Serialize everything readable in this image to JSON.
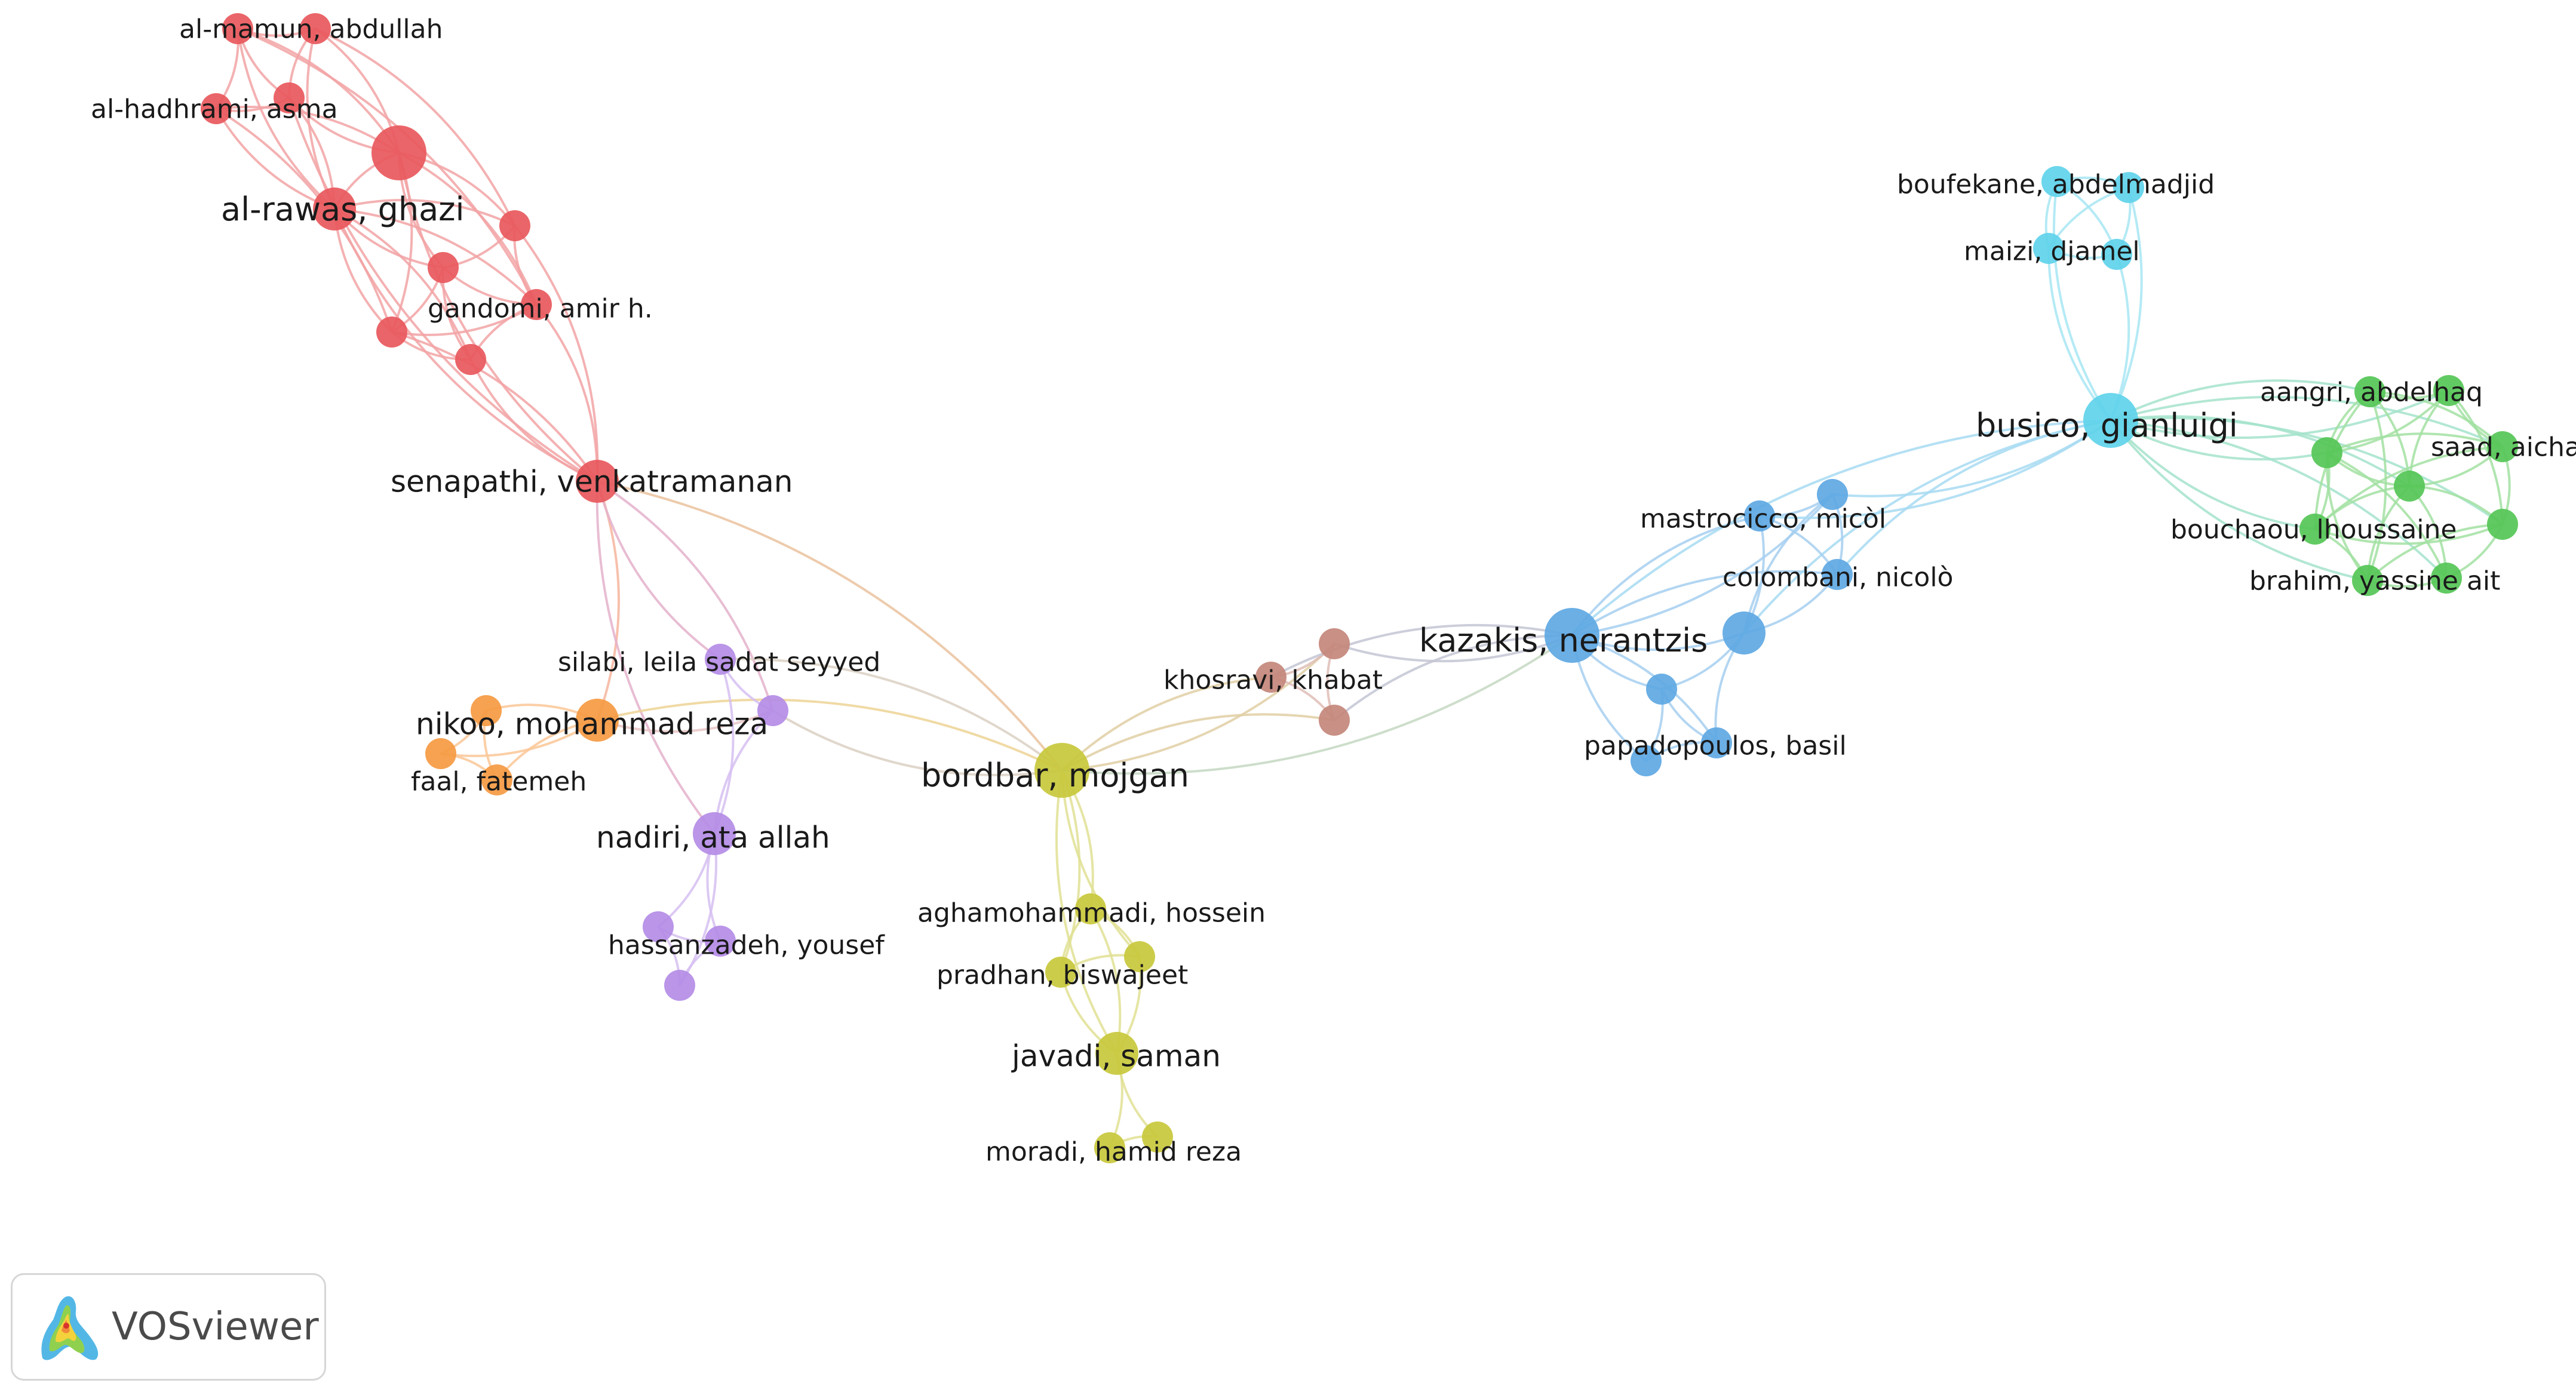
{
  "colors": {
    "red": "#e8585c",
    "orange": "#f59a42",
    "purple": "#b48ce6",
    "yellow": "#c8c83c",
    "brown": "#c4877b",
    "blue": "#5ea8e3",
    "cyan": "#5fd2ea",
    "green": "#55c656"
  },
  "nodes": [
    {
      "id": "almamun",
      "label": "al-mamun, abdullah",
      "cluster": "red",
      "size": 2
    },
    {
      "id": "r_a",
      "label": "",
      "cluster": "red",
      "size": 2
    },
    {
      "id": "alhadhrami",
      "label": "al-hadhrami, asma",
      "cluster": "red",
      "size": 2
    },
    {
      "id": "r_b",
      "label": "",
      "cluster": "red",
      "size": 2
    },
    {
      "id": "r_c",
      "label": "",
      "cluster": "red",
      "size": 4
    },
    {
      "id": "alrawas",
      "label": "al-rawas, ghazi",
      "cluster": "red",
      "size": 3
    },
    {
      "id": "r_d",
      "label": "",
      "cluster": "red",
      "size": 2
    },
    {
      "id": "r_e",
      "label": "",
      "cluster": "red",
      "size": 2
    },
    {
      "id": "gandomi",
      "label": "gandomi, amir h.",
      "cluster": "red",
      "size": 2
    },
    {
      "id": "r_f",
      "label": "",
      "cluster": "red",
      "size": 2
    },
    {
      "id": "r_g",
      "label": "",
      "cluster": "red",
      "size": 2
    },
    {
      "id": "senapathi",
      "label": "senapathi, venkatramanan",
      "cluster": "red",
      "size": 3
    },
    {
      "id": "nikoo",
      "label": "nikoo, mohammad reza",
      "cluster": "orange",
      "size": 3
    },
    {
      "id": "o_a",
      "label": "",
      "cluster": "orange",
      "size": 2
    },
    {
      "id": "faal_a",
      "label": "faal, fatemeh",
      "cluster": "orange",
      "size": 2
    },
    {
      "id": "o_b",
      "label": "",
      "cluster": "orange",
      "size": 2
    },
    {
      "id": "silabi",
      "label": "silabi, leila sadat seyyed",
      "cluster": "purple",
      "size": 2
    },
    {
      "id": "p_a",
      "label": "",
      "cluster": "purple",
      "size": 2
    },
    {
      "id": "nadiri",
      "label": "nadiri, ata allah",
      "cluster": "purple",
      "size": 3
    },
    {
      "id": "hassanzadeh",
      "label": "hassanzadeh, yousef",
      "cluster": "purple",
      "size": 2
    },
    {
      "id": "p_b",
      "label": "",
      "cluster": "purple",
      "size": 2
    },
    {
      "id": "p_c",
      "label": "",
      "cluster": "purple",
      "size": 2
    },
    {
      "id": "bordbar",
      "label": "bordbar, mojgan",
      "cluster": "yellow",
      "size": 4
    },
    {
      "id": "aghamohammadi",
      "label": "aghamohammadi, hossein",
      "cluster": "yellow",
      "size": 2
    },
    {
      "id": "y_a",
      "label": "",
      "cluster": "yellow",
      "size": 2
    },
    {
      "id": "pradhan",
      "label": "pradhan, biswajeet",
      "cluster": "yellow",
      "size": 2
    },
    {
      "id": "javadi",
      "label": "javadi, saman",
      "cluster": "yellow",
      "size": 3
    },
    {
      "id": "moradi",
      "label": "moradi, hamid reza",
      "cluster": "yellow",
      "size": 2
    },
    {
      "id": "y_b",
      "label": "",
      "cluster": "yellow",
      "size": 2
    },
    {
      "id": "khosravi",
      "label": "khosravi, khabat",
      "cluster": "brown",
      "size": 2
    },
    {
      "id": "b_a",
      "label": "",
      "cluster": "brown",
      "size": 2
    },
    {
      "id": "b_b",
      "label": "",
      "cluster": "brown",
      "size": 2
    },
    {
      "id": "kazakis",
      "label": "kazakis, nerantzis",
      "cluster": "blue",
      "size": 4
    },
    {
      "id": "bl_a",
      "label": "",
      "cluster": "blue",
      "size": 3
    },
    {
      "id": "mastrocicco",
      "label": "mastrocicco, micòl",
      "cluster": "blue",
      "size": 2
    },
    {
      "id": "bl_b",
      "label": "",
      "cluster": "blue",
      "size": 2
    },
    {
      "id": "colombani",
      "label": "colombani, nicolò",
      "cluster": "blue",
      "size": 2
    },
    {
      "id": "bl_c",
      "label": "",
      "cluster": "blue",
      "size": 2
    },
    {
      "id": "papadopoulos",
      "label": "papadopoulos, basil",
      "cluster": "blue",
      "size": 2
    },
    {
      "id": "bl_d",
      "label": "",
      "cluster": "blue",
      "size": 2
    },
    {
      "id": "busico",
      "label": "busico, gianluigi",
      "cluster": "cyan",
      "size": 4
    },
    {
      "id": "boufekane",
      "label": "boufekane, abdelmadjid",
      "cluster": "cyan",
      "size": 2
    },
    {
      "id": "c_a",
      "label": "",
      "cluster": "cyan",
      "size": 2
    },
    {
      "id": "maizi",
      "label": "maizi, djamel",
      "cluster": "cyan",
      "size": 2
    },
    {
      "id": "c_b",
      "label": "",
      "cluster": "cyan",
      "size": 2
    },
    {
      "id": "aangri",
      "label": "aangri, abdelhaq",
      "cluster": "green",
      "size": 2
    },
    {
      "id": "g_a",
      "label": "",
      "cluster": "green",
      "size": 2
    },
    {
      "id": "saad",
      "label": "saad, aicha",
      "cluster": "green",
      "size": 2
    },
    {
      "id": "g_b",
      "label": "",
      "cluster": "green",
      "size": 2
    },
    {
      "id": "g_c",
      "label": "",
      "cluster": "green",
      "size": 2
    },
    {
      "id": "bouchaou",
      "label": "bouchaou, lhoussaine",
      "cluster": "green",
      "size": 2
    },
    {
      "id": "g_d",
      "label": "",
      "cluster": "green",
      "size": 2
    },
    {
      "id": "brahim",
      "label": "brahim, yassine ait",
      "cluster": "green",
      "size": 2
    },
    {
      "id": "g_e",
      "label": "",
      "cluster": "green",
      "size": 2
    }
  ],
  "edges": [
    [
      "almamun",
      "r_a"
    ],
    [
      "almamun",
      "alhadhrami"
    ],
    [
      "almamun",
      "r_b"
    ],
    [
      "almamun",
      "r_c"
    ],
    [
      "almamun",
      "alrawas"
    ],
    [
      "almamun",
      "gandomi"
    ],
    [
      "r_a",
      "r_b"
    ],
    [
      "r_a",
      "r_c"
    ],
    [
      "r_a",
      "alrawas"
    ],
    [
      "r_a",
      "r_d"
    ],
    [
      "alhadhrami",
      "r_b"
    ],
    [
      "alhadhrami",
      "r_c"
    ],
    [
      "alhadhrami",
      "alrawas"
    ],
    [
      "alhadhrami",
      "r_f"
    ],
    [
      "r_b",
      "r_c"
    ],
    [
      "r_b",
      "alrawas"
    ],
    [
      "r_c",
      "alrawas"
    ],
    [
      "r_c",
      "r_d"
    ],
    [
      "r_c",
      "r_e"
    ],
    [
      "r_c",
      "gandomi"
    ],
    [
      "r_c",
      "senapathi"
    ],
    [
      "alrawas",
      "r_d"
    ],
    [
      "alrawas",
      "r_e"
    ],
    [
      "alrawas",
      "gandomi"
    ],
    [
      "alrawas",
      "r_f"
    ],
    [
      "alrawas",
      "r_g"
    ],
    [
      "alrawas",
      "senapathi"
    ],
    [
      "r_d",
      "r_e"
    ],
    [
      "r_d",
      "gandomi"
    ],
    [
      "r_d",
      "senapathi"
    ],
    [
      "r_e",
      "gandomi"
    ],
    [
      "r_e",
      "r_f"
    ],
    [
      "r_e",
      "r_g"
    ],
    [
      "gandomi",
      "r_f"
    ],
    [
      "gandomi",
      "r_g"
    ],
    [
      "gandomi",
      "senapathi"
    ],
    [
      "r_f",
      "r_g"
    ],
    [
      "r_f",
      "senapathi"
    ],
    [
      "r_g",
      "senapathi"
    ],
    [
      "r_c",
      "r_f"
    ],
    [
      "r_b",
      "senapathi"
    ],
    [
      "senapathi",
      "nikoo"
    ],
    [
      "senapathi",
      "silabi"
    ],
    [
      "senapathi",
      "p_a"
    ],
    [
      "senapathi",
      "nadiri"
    ],
    [
      "senapathi",
      "bordbar"
    ],
    [
      "nikoo",
      "o_a"
    ],
    [
      "nikoo",
      "faal_a"
    ],
    [
      "nikoo",
      "o_b"
    ],
    [
      "o_a",
      "faal_a"
    ],
    [
      "o_a",
      "o_b"
    ],
    [
      "faal_a",
      "o_b"
    ],
    [
      "nikoo",
      "p_a"
    ],
    [
      "nikoo",
      "bordbar"
    ],
    [
      "silabi",
      "p_a"
    ],
    [
      "silabi",
      "nadiri"
    ],
    [
      "p_a",
      "nadiri"
    ],
    [
      "silabi",
      "bordbar"
    ],
    [
      "p_a",
      "bordbar"
    ],
    [
      "nadiri",
      "hassanzadeh"
    ],
    [
      "nadiri",
      "p_b"
    ],
    [
      "nadiri",
      "p_c"
    ],
    [
      "hassanzadeh",
      "p_b"
    ],
    [
      "hassanzadeh",
      "p_c"
    ],
    [
      "p_b",
      "p_c"
    ],
    [
      "bordbar",
      "aghamohammadi"
    ],
    [
      "bordbar",
      "y_a"
    ],
    [
      "bordbar",
      "pradhan"
    ],
    [
      "bordbar",
      "javadi"
    ],
    [
      "bordbar",
      "khosravi"
    ],
    [
      "bordbar",
      "b_a"
    ],
    [
      "bordbar",
      "b_b"
    ],
    [
      "bordbar",
      "kazakis"
    ],
    [
      "aghamohammadi",
      "y_a"
    ],
    [
      "aghamohammadi",
      "pradhan"
    ],
    [
      "aghamohammadi",
      "javadi"
    ],
    [
      "y_a",
      "pradhan"
    ],
    [
      "y_a",
      "javadi"
    ],
    [
      "pradhan",
      "javadi"
    ],
    [
      "javadi",
      "moradi"
    ],
    [
      "javadi",
      "y_b"
    ],
    [
      "moradi",
      "y_b"
    ],
    [
      "khosravi",
      "b_a"
    ],
    [
      "khosravi",
      "b_b"
    ],
    [
      "b_a",
      "b_b"
    ],
    [
      "khosravi",
      "kazakis"
    ],
    [
      "b_a",
      "kazakis"
    ],
    [
      "b_b",
      "kazakis"
    ],
    [
      "kazakis",
      "bl_a"
    ],
    [
      "kazakis",
      "mastrocicco"
    ],
    [
      "kazakis",
      "bl_b"
    ],
    [
      "kazakis",
      "colombani"
    ],
    [
      "kazakis",
      "bl_c"
    ],
    [
      "kazakis",
      "papadopoulos"
    ],
    [
      "kazakis",
      "bl_d"
    ],
    [
      "kazakis",
      "busico"
    ],
    [
      "bl_a",
      "mastrocicco"
    ],
    [
      "bl_a",
      "bl_b"
    ],
    [
      "bl_a",
      "colombani"
    ],
    [
      "bl_a",
      "bl_c"
    ],
    [
      "bl_a",
      "papadopoulos"
    ],
    [
      "bl_a",
      "busico"
    ],
    [
      "mastrocicco",
      "bl_b"
    ],
    [
      "mastrocicco",
      "colombani"
    ],
    [
      "mastrocicco",
      "busico"
    ],
    [
      "bl_b",
      "colombani"
    ],
    [
      "bl_b",
      "busico"
    ],
    [
      "colombani",
      "busico"
    ],
    [
      "bl_c",
      "papadopoulos"
    ],
    [
      "bl_c",
      "bl_d"
    ],
    [
      "papadopoulos",
      "bl_d"
    ],
    [
      "busico",
      "boufekane"
    ],
    [
      "busico",
      "c_a"
    ],
    [
      "busico",
      "maizi"
    ],
    [
      "busico",
      "c_b"
    ],
    [
      "boufekane",
      "c_a"
    ],
    [
      "boufekane",
      "maizi"
    ],
    [
      "boufekane",
      "c_b"
    ],
    [
      "c_a",
      "maizi"
    ],
    [
      "c_a",
      "c_b"
    ],
    [
      "maizi",
      "c_b"
    ],
    [
      "busico",
      "aangri"
    ],
    [
      "busico",
      "g_a"
    ],
    [
      "busico",
      "saad"
    ],
    [
      "busico",
      "g_b"
    ],
    [
      "busico",
      "g_c"
    ],
    [
      "busico",
      "bouchaou"
    ],
    [
      "busico",
      "g_d"
    ],
    [
      "busico",
      "brahim"
    ],
    [
      "busico",
      "g_e"
    ],
    [
      "aangri",
      "g_a"
    ],
    [
      "aangri",
      "saad"
    ],
    [
      "aangri",
      "g_b"
    ],
    [
      "aangri",
      "g_c"
    ],
    [
      "aangri",
      "bouchaou"
    ],
    [
      "aangri",
      "brahim"
    ],
    [
      "g_a",
      "saad"
    ],
    [
      "g_a",
      "g_b"
    ],
    [
      "g_a",
      "g_c"
    ],
    [
      "g_a",
      "g_d"
    ],
    [
      "saad",
      "g_b"
    ],
    [
      "saad",
      "g_c"
    ],
    [
      "saad",
      "bouchaou"
    ],
    [
      "saad",
      "g_d"
    ],
    [
      "g_b",
      "g_c"
    ],
    [
      "g_b",
      "bouchaou"
    ],
    [
      "g_b",
      "brahim"
    ],
    [
      "g_b",
      "g_e"
    ],
    [
      "g_c",
      "bouchaou"
    ],
    [
      "g_c",
      "g_d"
    ],
    [
      "g_c",
      "brahim"
    ],
    [
      "g_c",
      "g_e"
    ],
    [
      "bouchaou",
      "g_d"
    ],
    [
      "bouchaou",
      "brahim"
    ],
    [
      "g_d",
      "brahim"
    ],
    [
      "g_d",
      "g_e"
    ],
    [
      "brahim",
      "g_e"
    ]
  ],
  "branding": {
    "logo_name": "vosviewer-logo-icon",
    "label": "VOSviewer"
  }
}
